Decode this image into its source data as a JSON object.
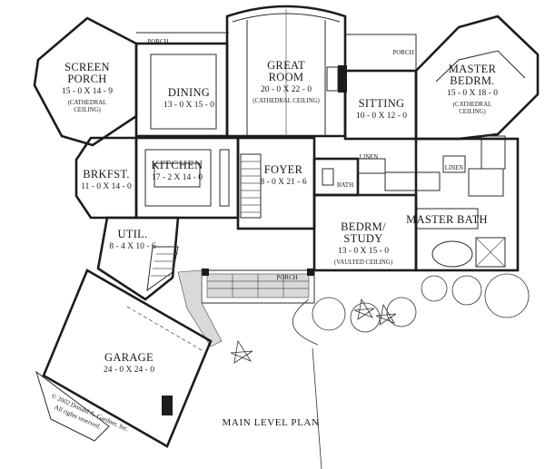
{
  "plan_title": "MAIN LEVEL PLAN",
  "copyright": [
    "© 2002 Donald A. Gardner, Inc.",
    "All rights reserved."
  ],
  "porch_labels": [
    "PORCH",
    "PORCH",
    "PORCH"
  ],
  "rooms": [
    {
      "id": "screen-porch",
      "lines": [
        "SCREEN",
        "PORCH"
      ],
      "dims": "15 - 0 X 14 - 9",
      "note": [
        "(CATHEDRAL",
        "CEILING)"
      ]
    },
    {
      "id": "dining",
      "lines": [
        "DINING"
      ],
      "dims": "13 - 0 X 15 - 0",
      "note": []
    },
    {
      "id": "great-room",
      "lines": [
        "GREAT",
        "ROOM"
      ],
      "dims": "20 - 0 X 22 - 0",
      "note": [
        "(CATHEDRAL CEILING)"
      ]
    },
    {
      "id": "sitting",
      "lines": [
        "SITTING"
      ],
      "dims": "10 - 0 X 12 - 0",
      "note": []
    },
    {
      "id": "master-bedroom",
      "lines": [
        "MASTER",
        "BEDRM."
      ],
      "dims": "15 - 0 X 18 - 0",
      "note": [
        "(CATHEDRAL",
        "CEILING)"
      ]
    },
    {
      "id": "breakfast",
      "lines": [
        "BRKFST."
      ],
      "dims": "11 - 0 X 14 - 0",
      "note": []
    },
    {
      "id": "kitchen",
      "lines": [
        "KITCHEN"
      ],
      "dims": "17 - 2 X 14 - 0",
      "note": []
    },
    {
      "id": "foyer",
      "lines": [
        "FOYER"
      ],
      "dims": "8 - 0 X 21 - 6",
      "note": []
    },
    {
      "id": "bedroom-study",
      "lines": [
        "BEDRM/",
        "STUDY"
      ],
      "dims": "13 - 0 X 15 - 0",
      "note": [
        "(VAULTED CEILING)"
      ]
    },
    {
      "id": "master-bath",
      "lines": [
        "MASTER BATH"
      ],
      "dims": "",
      "note": []
    },
    {
      "id": "utility",
      "lines": [
        "UTIL."
      ],
      "dims": "8 - 4 X 10 - 6",
      "note": []
    },
    {
      "id": "garage",
      "lines": [
        "GARAGE"
      ],
      "dims": "24 - 0 X 24 - 0",
      "note": []
    }
  ],
  "small_labels": {
    "bath": "BATH",
    "linen_1": "LINEN",
    "linen_2": "LINEN"
  }
}
